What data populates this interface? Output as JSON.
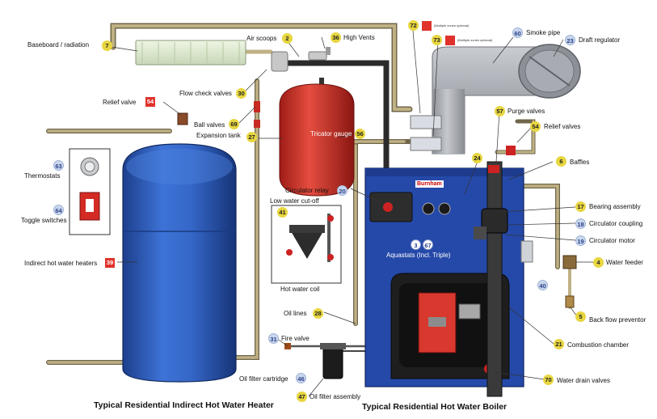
{
  "brand": "Burnham",
  "captions": {
    "heater": "Typical Residential Indirect Hot Water Heater",
    "boiler": "Typical Residential Hot Water Boiler"
  },
  "notes": {
    "note_72": "(Multiple zones optional)",
    "note_73": "(Multiple zones optional)"
  },
  "labels": {
    "baseboard": "Baseboard / radiation",
    "air_scoops": "Air scoops",
    "high_vents": "High Vents",
    "flow_check": "Flow check valves",
    "smoke_pipe": "Smoke pipe",
    "draft_regulator": "Draft regulator",
    "relief_valve": "Relief valve",
    "ball_valves": "Ball valves",
    "expansion_tank": "Expansion tank",
    "tricator": "Tricator gauge",
    "purge_valves": "Purge valves",
    "relief_valves": "Relief valves",
    "thermostats": "Thermostats",
    "baffles": "Baffles",
    "circulator_relay": "Circulator relay",
    "toggle_switches": "Toggle switches",
    "low_water": "Low water cut-off",
    "bearing_assembly": "Bearing assembly",
    "circulator_coupling": "Circulator coupling",
    "circulator_motor": "Circulator motor",
    "aquastats": "Aquastats (Incl. Triple)",
    "water_feeder": "Water feeder",
    "indirect_heaters": "Indirect hot water heaters",
    "hot_water_coil": "Hot water coil",
    "back_flow": "Back flow preventor",
    "oil_lines": "Oil lines",
    "combustion_chamber": "Combustion chamber",
    "fire_valve": "Fire valve",
    "oil_filter_cartridge": "Oil filter cartridge",
    "water_drain": "Water drain valves",
    "oil_filter_assembly": "Oil filter assembly"
  },
  "badges": {
    "n7": "7",
    "n2": "2",
    "n36": "36",
    "n72": "72",
    "n73": "73",
    "n60": "60",
    "n23": "23",
    "n30": "30",
    "n54a": "54",
    "n69": "69",
    "n27": "27",
    "n56": "56",
    "n57": "57",
    "n54b": "54",
    "n63": "63",
    "n6": "6",
    "n24": "24",
    "n20": "20",
    "n64": "64",
    "n41": "41",
    "n17": "17",
    "n18": "18",
    "n19": "19",
    "n3": "3",
    "n67": "67",
    "n4": "4",
    "n39": "39",
    "n40": "40",
    "n5": "5",
    "n28": "28",
    "n21": "21",
    "n31": "31",
    "n46": "46",
    "n70": "70",
    "n47": "47"
  },
  "colors": {
    "heater_blue": "#2f63c4",
    "boiler_blue": "#2549a8",
    "expansion_red": "#d8382e",
    "pipe_tan": "#bfb184",
    "pipe_dark": "#2b2b2b",
    "smoke_gray": "#a9acb2",
    "badge_yellow": "#e8d640",
    "badge_red": "#e0322b"
  }
}
